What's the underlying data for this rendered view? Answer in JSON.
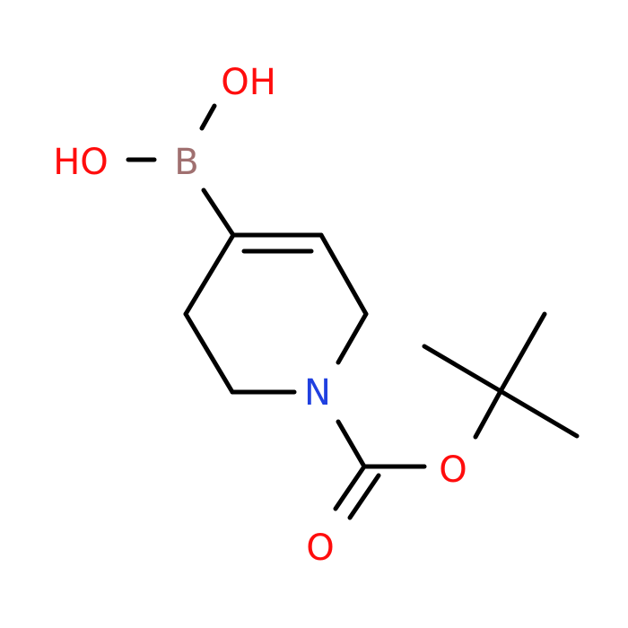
{
  "molecule": {
    "atoms": [
      {
        "id": "oh_top",
        "label": "OH",
        "element": "O",
        "color": "#ff0d0d"
      },
      {
        "id": "oh_left",
        "label": "HO",
        "element": "O",
        "color": "#ff0d0d"
      },
      {
        "id": "boron",
        "label": "B",
        "element": "B",
        "color": "#a07070"
      },
      {
        "id": "nitrogen",
        "label": "N",
        "element": "N",
        "color": "#2040e0"
      },
      {
        "id": "ester_oxygen",
        "label": "O",
        "element": "O",
        "color": "#ff0d0d"
      },
      {
        "id": "carbonyl_oxygen",
        "label": "O",
        "element": "O",
        "color": "#ff0d0d"
      }
    ],
    "bond_color": "#000000"
  }
}
